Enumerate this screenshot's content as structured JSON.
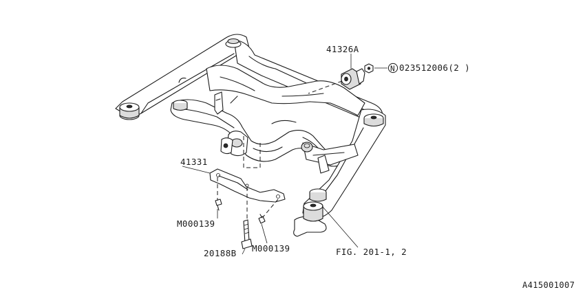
{
  "callouts": {
    "bushing_part": "41326A",
    "nut_circle": "N",
    "nut_part": "023512006(2 )",
    "bracket_part": "41331",
    "bolt_left": "M000139",
    "long_bolt": "20188B",
    "bolt_right": "M000139",
    "fig_ref": "FIG. 201-1, 2"
  },
  "figure_id": "A415001007"
}
